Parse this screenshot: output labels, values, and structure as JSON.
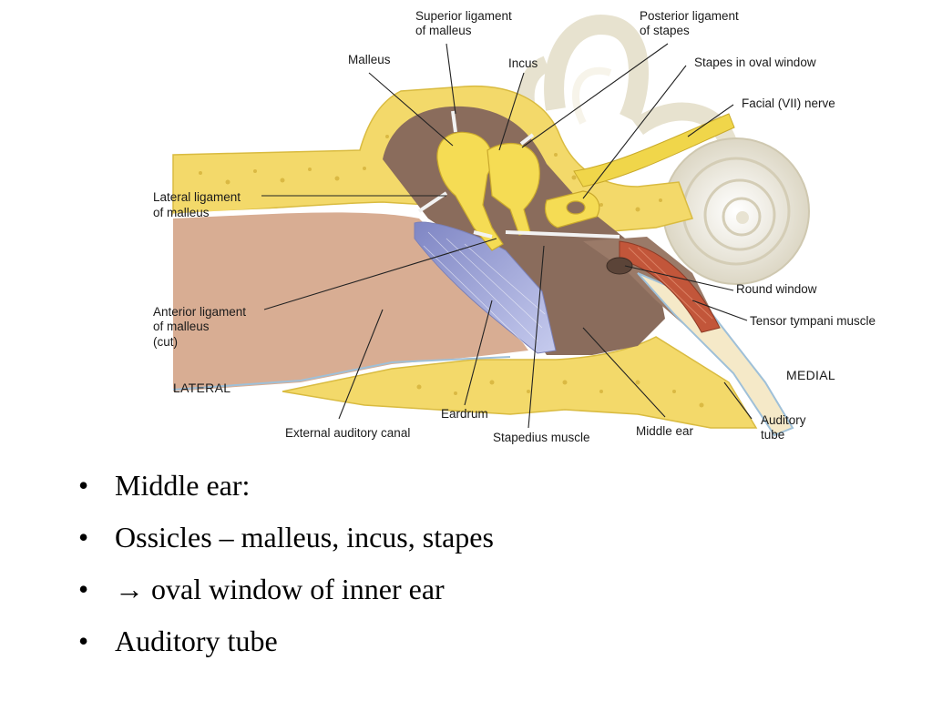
{
  "diagram": {
    "labels": {
      "superior_ligament_1": "Superior ligament",
      "superior_ligament_2": "of malleus",
      "posterior_ligament_1": "Posterior ligament",
      "posterior_ligament_2": "of stapes",
      "malleus": "Malleus",
      "incus": "Incus",
      "stapes_oval_window": "Stapes in oval window",
      "facial_nerve": "Facial (VII) nerve",
      "lateral_ligament_1": "Lateral ligament",
      "lateral_ligament_2": "of malleus",
      "anterior_ligament_1": "Anterior ligament",
      "anterior_ligament_2": "of malleus",
      "anterior_ligament_3": "(cut)",
      "round_window": "Round window",
      "tensor_tympani": "Tensor tympani muscle",
      "lateral": "LATERAL",
      "medial": "MEDIAL",
      "eardrum": "Eardrum",
      "external_canal": "External auditory canal",
      "stapedius": "Stapedius muscle",
      "middle_ear": "Middle ear",
      "auditory_tube_1": "Auditory",
      "auditory_tube_2": "tube"
    },
    "colors": {
      "bone": "#f3d96a",
      "bone_dark": "#e0c24a",
      "cavity": "#8a6c5c",
      "canal": "#d8ad93",
      "eardrum": "#9aa2d6",
      "ossicle": "#f5dc54",
      "labyrinth": "#efece0",
      "muscle": "#c2563a"
    }
  },
  "bullets": {
    "symbol": "•",
    "items": [
      {
        "text": "Middle ear:"
      },
      {
        "text": "Ossicles – malleus, incus, stapes"
      },
      {
        "arrow": "→",
        "text": "oval window of inner ear"
      },
      {
        "text": "Auditory tube"
      }
    ]
  }
}
